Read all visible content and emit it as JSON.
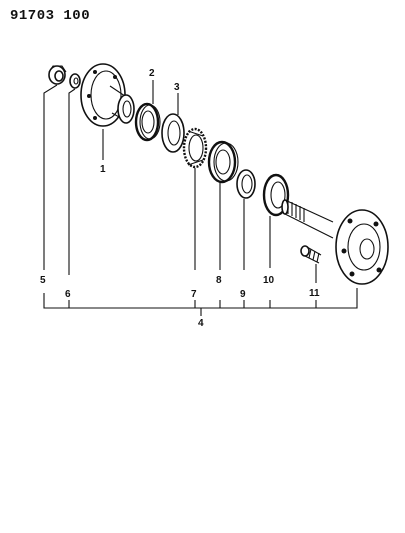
{
  "header": {
    "diagram_code": "91703 100"
  },
  "callouts": [
    {
      "id": "c1",
      "label": "1"
    },
    {
      "id": "c2",
      "label": "2"
    },
    {
      "id": "c3",
      "label": "3"
    },
    {
      "id": "c4",
      "label": "4"
    },
    {
      "id": "c5",
      "label": "5"
    },
    {
      "id": "c6",
      "label": "6"
    },
    {
      "id": "c7",
      "label": "7"
    },
    {
      "id": "c8",
      "label": "8"
    },
    {
      "id": "c9",
      "label": "9"
    },
    {
      "id": "c10",
      "label": "10"
    },
    {
      "id": "c11",
      "label": "11"
    }
  ]
}
